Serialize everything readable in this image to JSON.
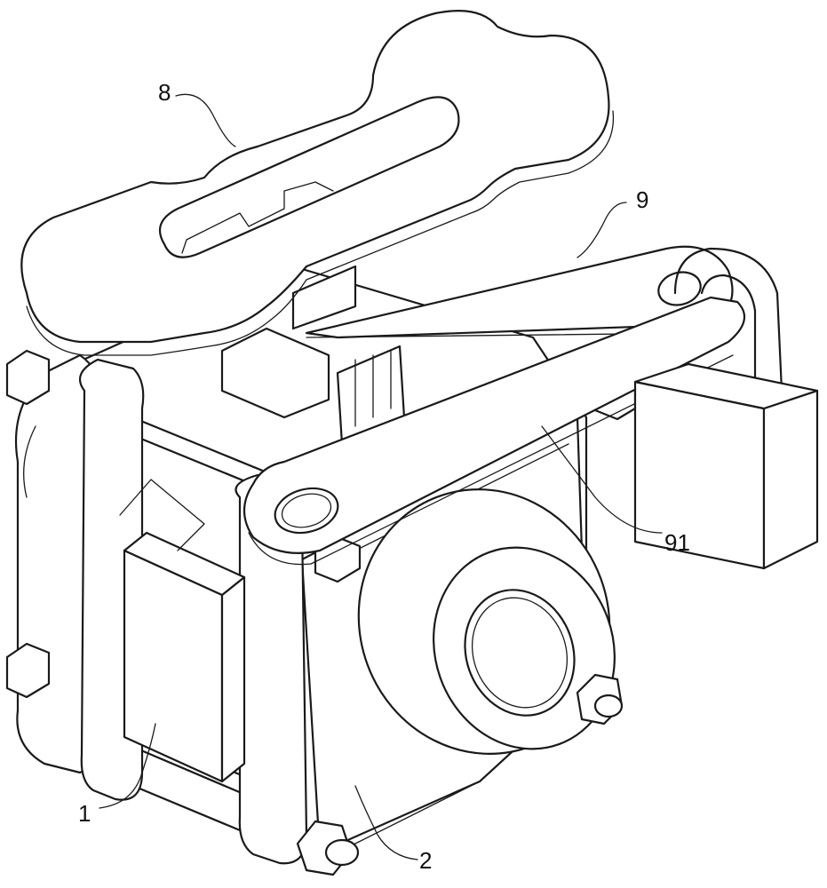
{
  "callouts": {
    "c8": "8",
    "c9": "9",
    "c91": "91",
    "c1": "1",
    "c2": "2"
  }
}
